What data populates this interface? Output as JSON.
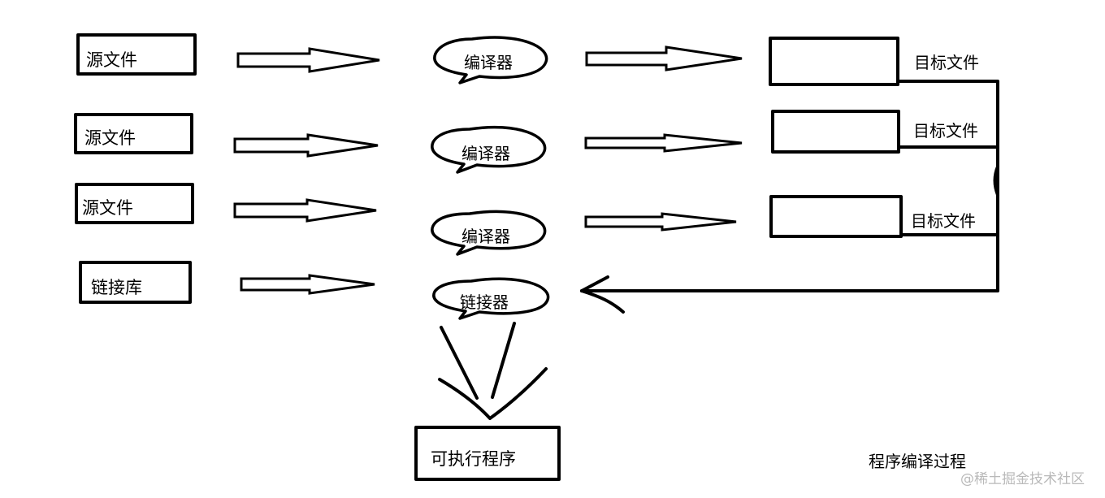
{
  "diagram": {
    "inputs": [
      {
        "label": "源文件"
      },
      {
        "label": "源文件"
      },
      {
        "label": "源文件"
      },
      {
        "label": "链接库"
      }
    ],
    "processors": [
      {
        "label": "编译器"
      },
      {
        "label": "编译器"
      },
      {
        "label": "编译器"
      },
      {
        "label": "链接器"
      }
    ],
    "outputs": [
      {
        "label": "目标文件"
      },
      {
        "label": "目标文件"
      },
      {
        "label": "目标文件"
      }
    ],
    "result": {
      "label": "可执行程序"
    },
    "caption": "程序编译过程"
  },
  "watermark": "@稀土掘金技术社区"
}
